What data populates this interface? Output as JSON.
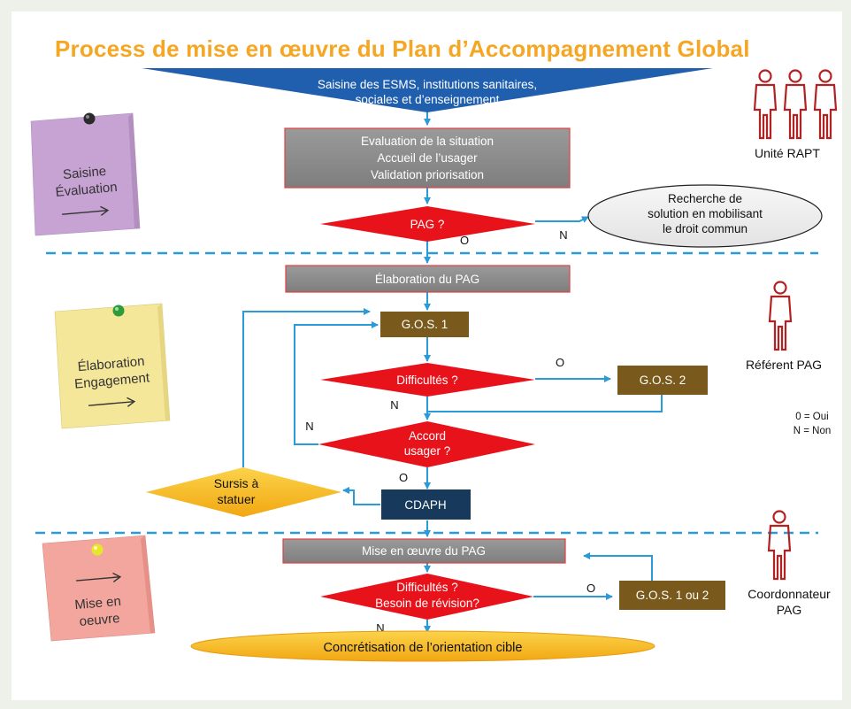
{
  "title": "Process de mise en œuvre du Plan d’Accompagnement Global",
  "colors": {
    "accent_title": "#f5a623",
    "blue": "#1f5fae",
    "red": "#e8121b",
    "grey": "#8c8c8c",
    "brown": "#7a5a1c",
    "navy": "#173a5c",
    "yellow": "#f5b41e",
    "arrow": "#2a9ad8",
    "person": "#b22222"
  },
  "funnel": {
    "line1": "Saisine des ESMS, institutions sanitaires,",
    "line2": "sociales et d’enseignement"
  },
  "eval_box": {
    "line1": "Evaluation de la situation",
    "line2": "Accueil de l’usager",
    "line3": "Validation priorisation"
  },
  "pag_q": "PAG ?",
  "recherche": {
    "line1": "Recherche de",
    "line2": "solution en mobilisant",
    "line3": "le droit commun"
  },
  "elaboration_box": "Élaboration du PAG",
  "gos1": "G.O.S. 1",
  "difficultes1": "Difficultés ?",
  "gos2": "G.O.S. 2",
  "accord": {
    "line1": "Accord",
    "line2": "usager ?"
  },
  "sursis": {
    "line1": "Sursis à",
    "line2": "statuer"
  },
  "cdaph": "CDAPH",
  "mise_box": "Mise en œuvre du PAG",
  "difficultes2": {
    "line1": "Difficultés ?",
    "line2": "Besoin de révision?"
  },
  "gos12": "G.O.S. 1 ou 2",
  "concretisation": "Concrétisation de l’orientation cible",
  "labels": {
    "o": "O",
    "n": "N"
  },
  "notes": {
    "saisine": {
      "line1": "Saisine",
      "line2": "Évaluation",
      "icon": "pushpin-dark-icon"
    },
    "elaboration": {
      "line1": "Élaboration",
      "line2": "Engagement",
      "icon": "pushpin-green-icon"
    },
    "mise": {
      "line1": "Mise en",
      "line2": "oeuvre",
      "icon": "pushpin-yellow-icon"
    }
  },
  "roles": {
    "unite": "Unité RAPT",
    "referent": "Référent PAG",
    "coord1": "Coordonnateur",
    "coord2": "PAG"
  },
  "legend": {
    "oui": "0 = Oui",
    "non": "N = Non"
  }
}
